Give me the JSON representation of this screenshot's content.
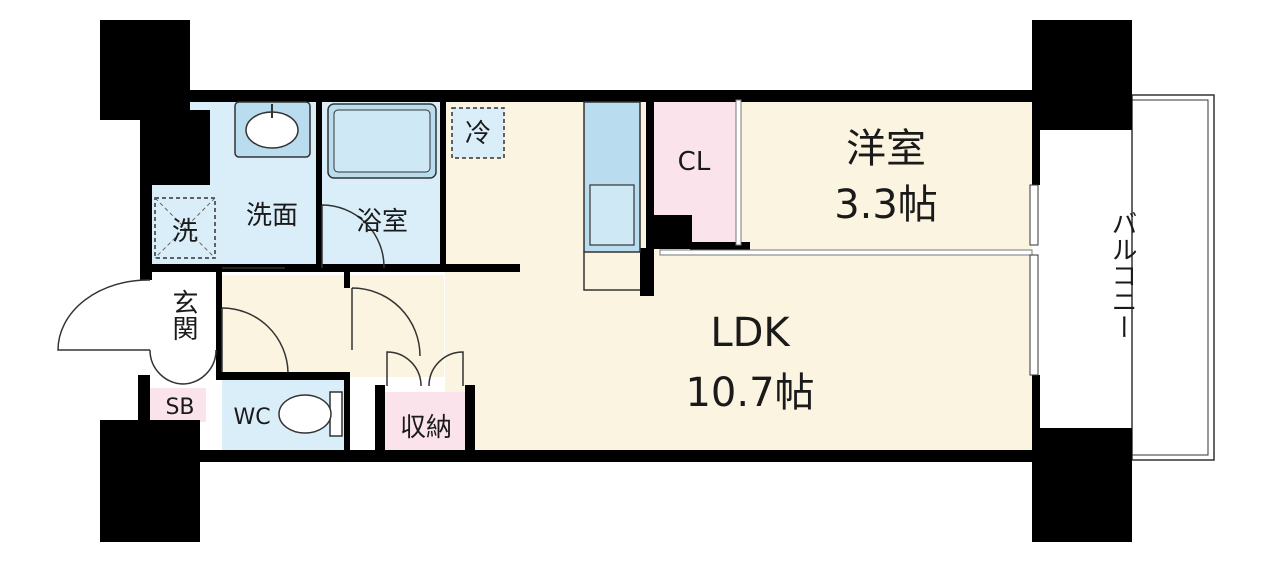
{
  "rooms": {
    "western": {
      "name": "洋室",
      "size": "3.3帖"
    },
    "ldk": {
      "name": "LDK",
      "size": "10.7帖"
    },
    "closet": {
      "label": "CL"
    },
    "washroom": {
      "label": "洗面"
    },
    "bathroom": {
      "label": "浴室"
    },
    "entrance": {
      "label": "玄関"
    },
    "shoe_box": {
      "label": "SB"
    },
    "toilet": {
      "label": "WC"
    },
    "storage": {
      "label": "収納"
    },
    "balcony": {
      "label": "バルコニー"
    }
  },
  "appliances": {
    "washer": "洗",
    "fridge": "冷"
  },
  "colors": {
    "ldk_floor": "#fbf4e0",
    "wet_area": "#d9eef9",
    "closet": "#fbe3ec",
    "wall": "#000000",
    "balcony": "#ffffff"
  }
}
